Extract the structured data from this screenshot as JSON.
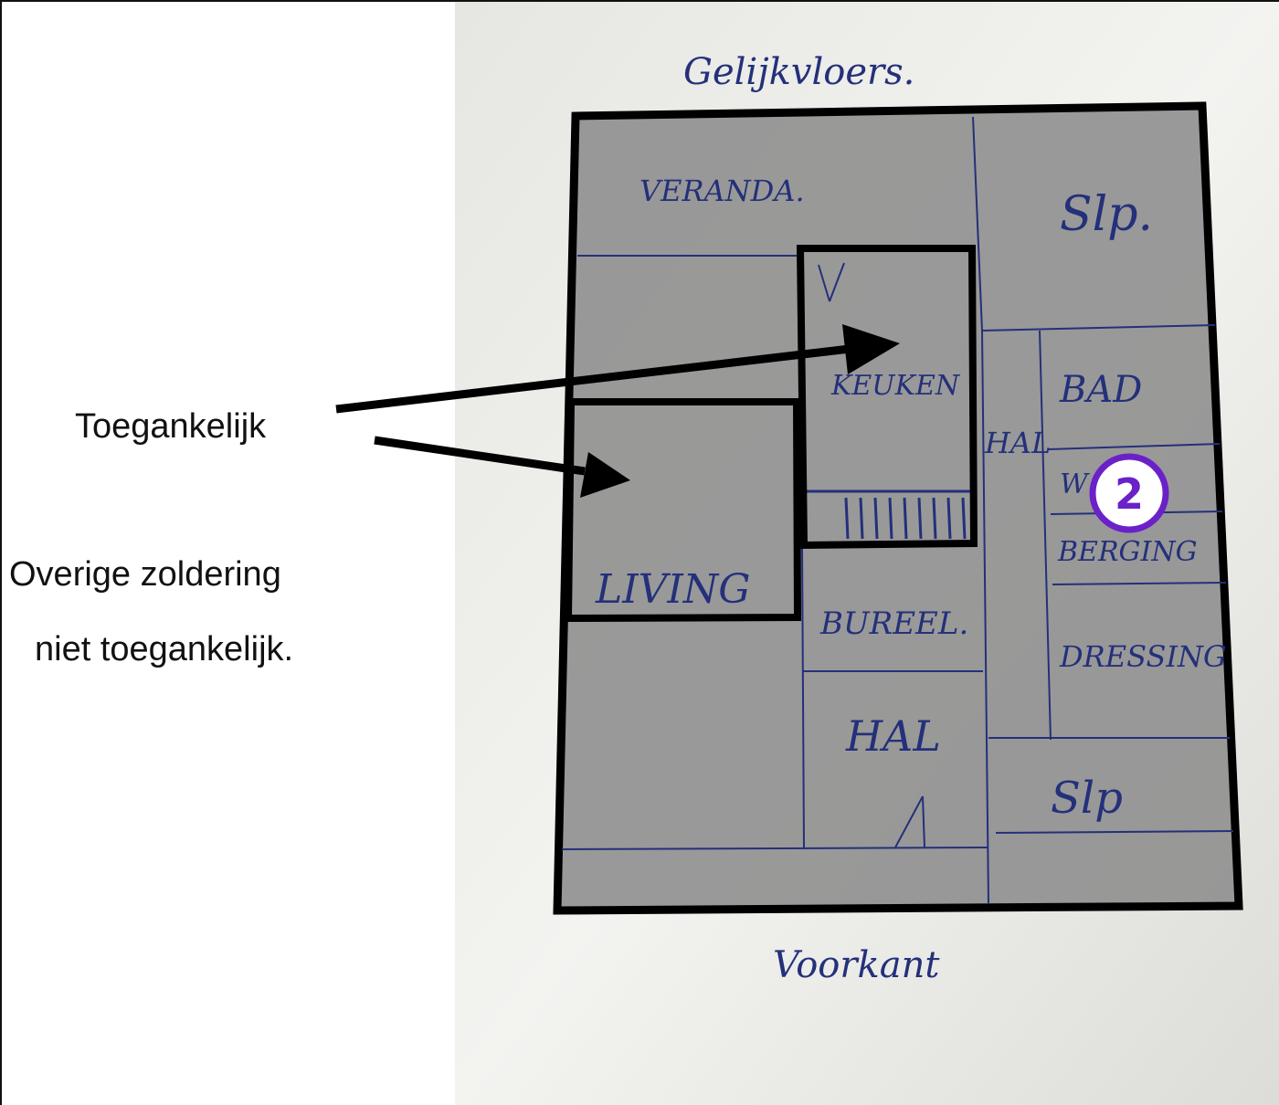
{
  "annotations": {
    "accessible_label": "Toegankelijk",
    "attic_note_line1": "Overige zoldering",
    "attic_note_line2": "niet toegankelijk.",
    "marker_number": "2"
  },
  "plan": {
    "title": "Gelijkvloers.",
    "bottom_label": "Voorkant",
    "rooms": {
      "veranda": "VERANDA.",
      "slp_top": "Slp.",
      "keuken": "KEUKEN",
      "bad": "BAD",
      "hal_right": "HAL",
      "wc": "W",
      "berging": "BERGING",
      "living": "LIVING",
      "bureel": "BUREEL.",
      "dressing": "DRESSING",
      "hal_lower": "HAL",
      "slp_bottom": "Slp"
    }
  },
  "colors": {
    "marker_ring": "#6b21c8",
    "shaded_area": "#8f8f8f",
    "ink": "#24307a"
  }
}
